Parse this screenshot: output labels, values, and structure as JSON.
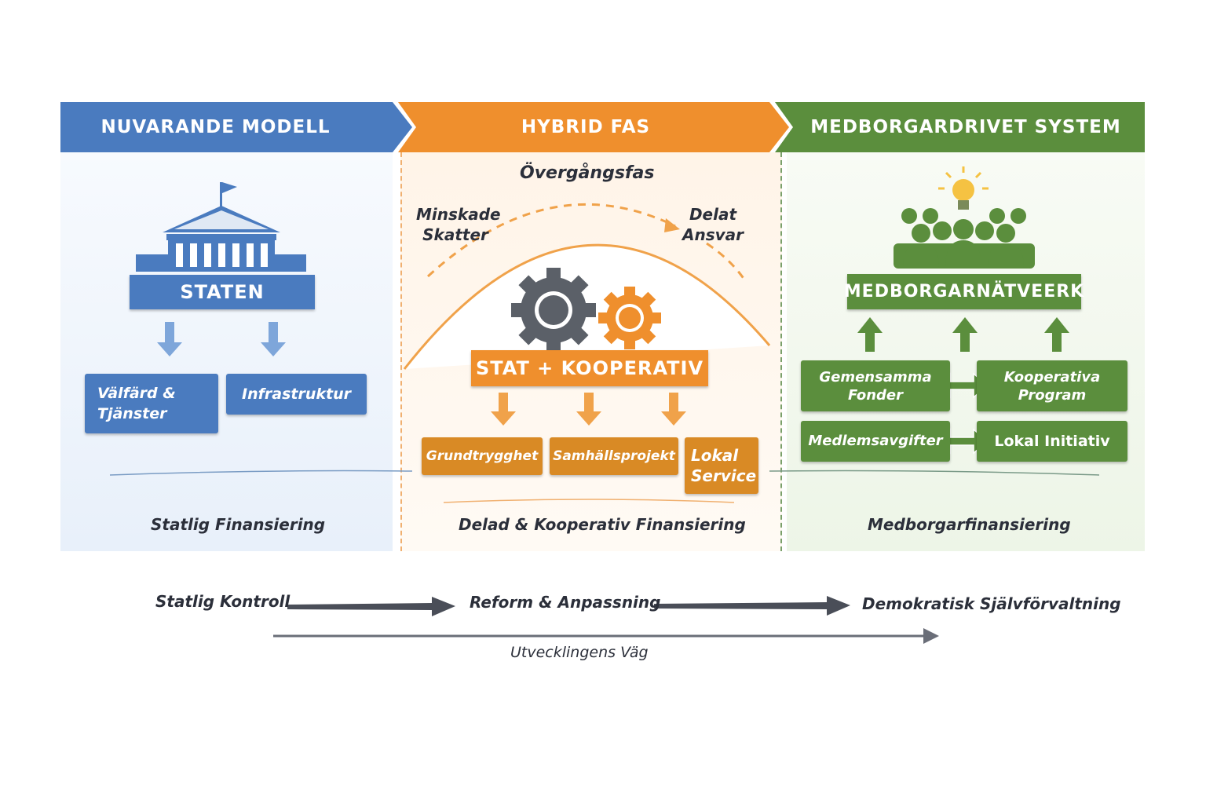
{
  "colors": {
    "blue": "#4a7bbf",
    "orange": "#ef8f2d",
    "green": "#5b8e3d",
    "dark": "#2b2f3a",
    "gear_gray": "#5b6068"
  },
  "phases": [
    {
      "title": "NUVARANDE MODELL",
      "main": "STATEN",
      "items": [
        "Välfärd & Tjänster",
        "Infrastruktur"
      ],
      "funding": "Statlig Finansiering"
    },
    {
      "title": "HYBRID FAS",
      "subtitle": "Övergångsfas",
      "left_note": "Minskade Skatter",
      "right_note": "Delat Ansvar",
      "main": "STAT + KOOPERATIV",
      "items": [
        "Grundtrygghet",
        "Samhällsprojekt",
        "Lokal Service"
      ],
      "funding": "Delad & Kooperativ Finansiering"
    },
    {
      "title": "MEDBORGARDRIVET SYSTEM",
      "main": "MEDBORGARNÄTVEERK",
      "items": [
        "Gemensamma Fonder",
        "Kooperativa Program",
        "Medlemsavgifter",
        "Lokal Initiativ"
      ],
      "funding": "Medborgarfinansiering"
    }
  ],
  "progression": {
    "steps": [
      "Statlig Kontroll",
      "Reform & Anpassning",
      "Demokratisk Självförvaltning"
    ],
    "path_label": "Utvecklingens Väg"
  }
}
